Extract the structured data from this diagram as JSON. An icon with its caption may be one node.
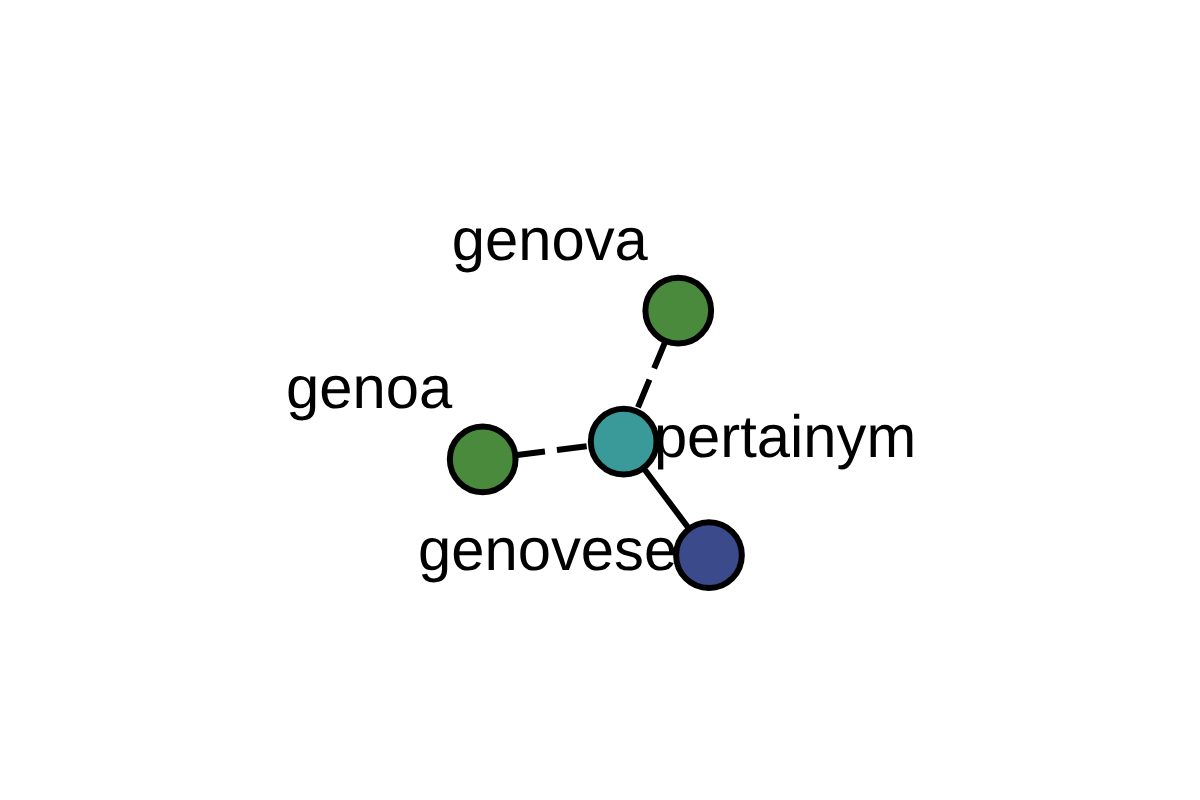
{
  "diagram": {
    "nodes": [
      {
        "text": [
          "genoa"
        ]
      },
      {
        "text": [
          "pertainym"
        ]
      },
      {
        "text": [
          "genovese"
        ]
      },
      {
        "text": [
          "genova"
        ]
      }
    ],
    "edges": [
      {
        "from": 0,
        "to": 1,
        "arrow": "none",
        "style": "dashed"
      },
      {
        "from": 1,
        "to": 2,
        "arrow": "none"
      },
      {
        "from": 3,
        "to": 1,
        "arrow": "none",
        "style": "dashed"
      }
    ]
  }
}
